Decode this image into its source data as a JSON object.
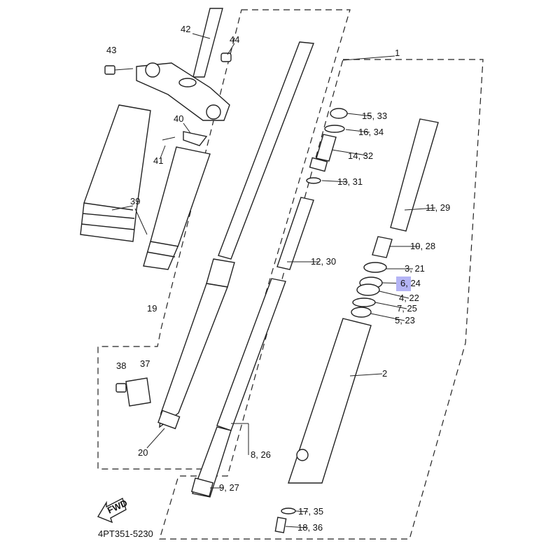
{
  "diagram_code": "4PT351-5230",
  "fwd_label": "FWD",
  "highlight_color": "#b4b4f5",
  "highlighted_label": "6, 24",
  "labels": {
    "l42": "42",
    "l44": "44",
    "l43": "43",
    "l1": "1",
    "l40": "40",
    "l15": "15, 33",
    "l16": "16, 34",
    "l14": "14, 32",
    "l41": "41",
    "l13": "13, 31",
    "l39": "39",
    "l11": "11, 29",
    "l10": "10, 28",
    "l12": "12, 30",
    "l3": "3, 21",
    "l6": "6, 24",
    "l4": "4, 22",
    "l7": "7, 25",
    "l5": "5, 23",
    "l19": "19",
    "l38": "38",
    "l37": "37",
    "l2": "2",
    "l20": "20",
    "l8": "8, 26",
    "l9": "9, 27",
    "l17": "17, 35",
    "l18": "18, 36"
  }
}
